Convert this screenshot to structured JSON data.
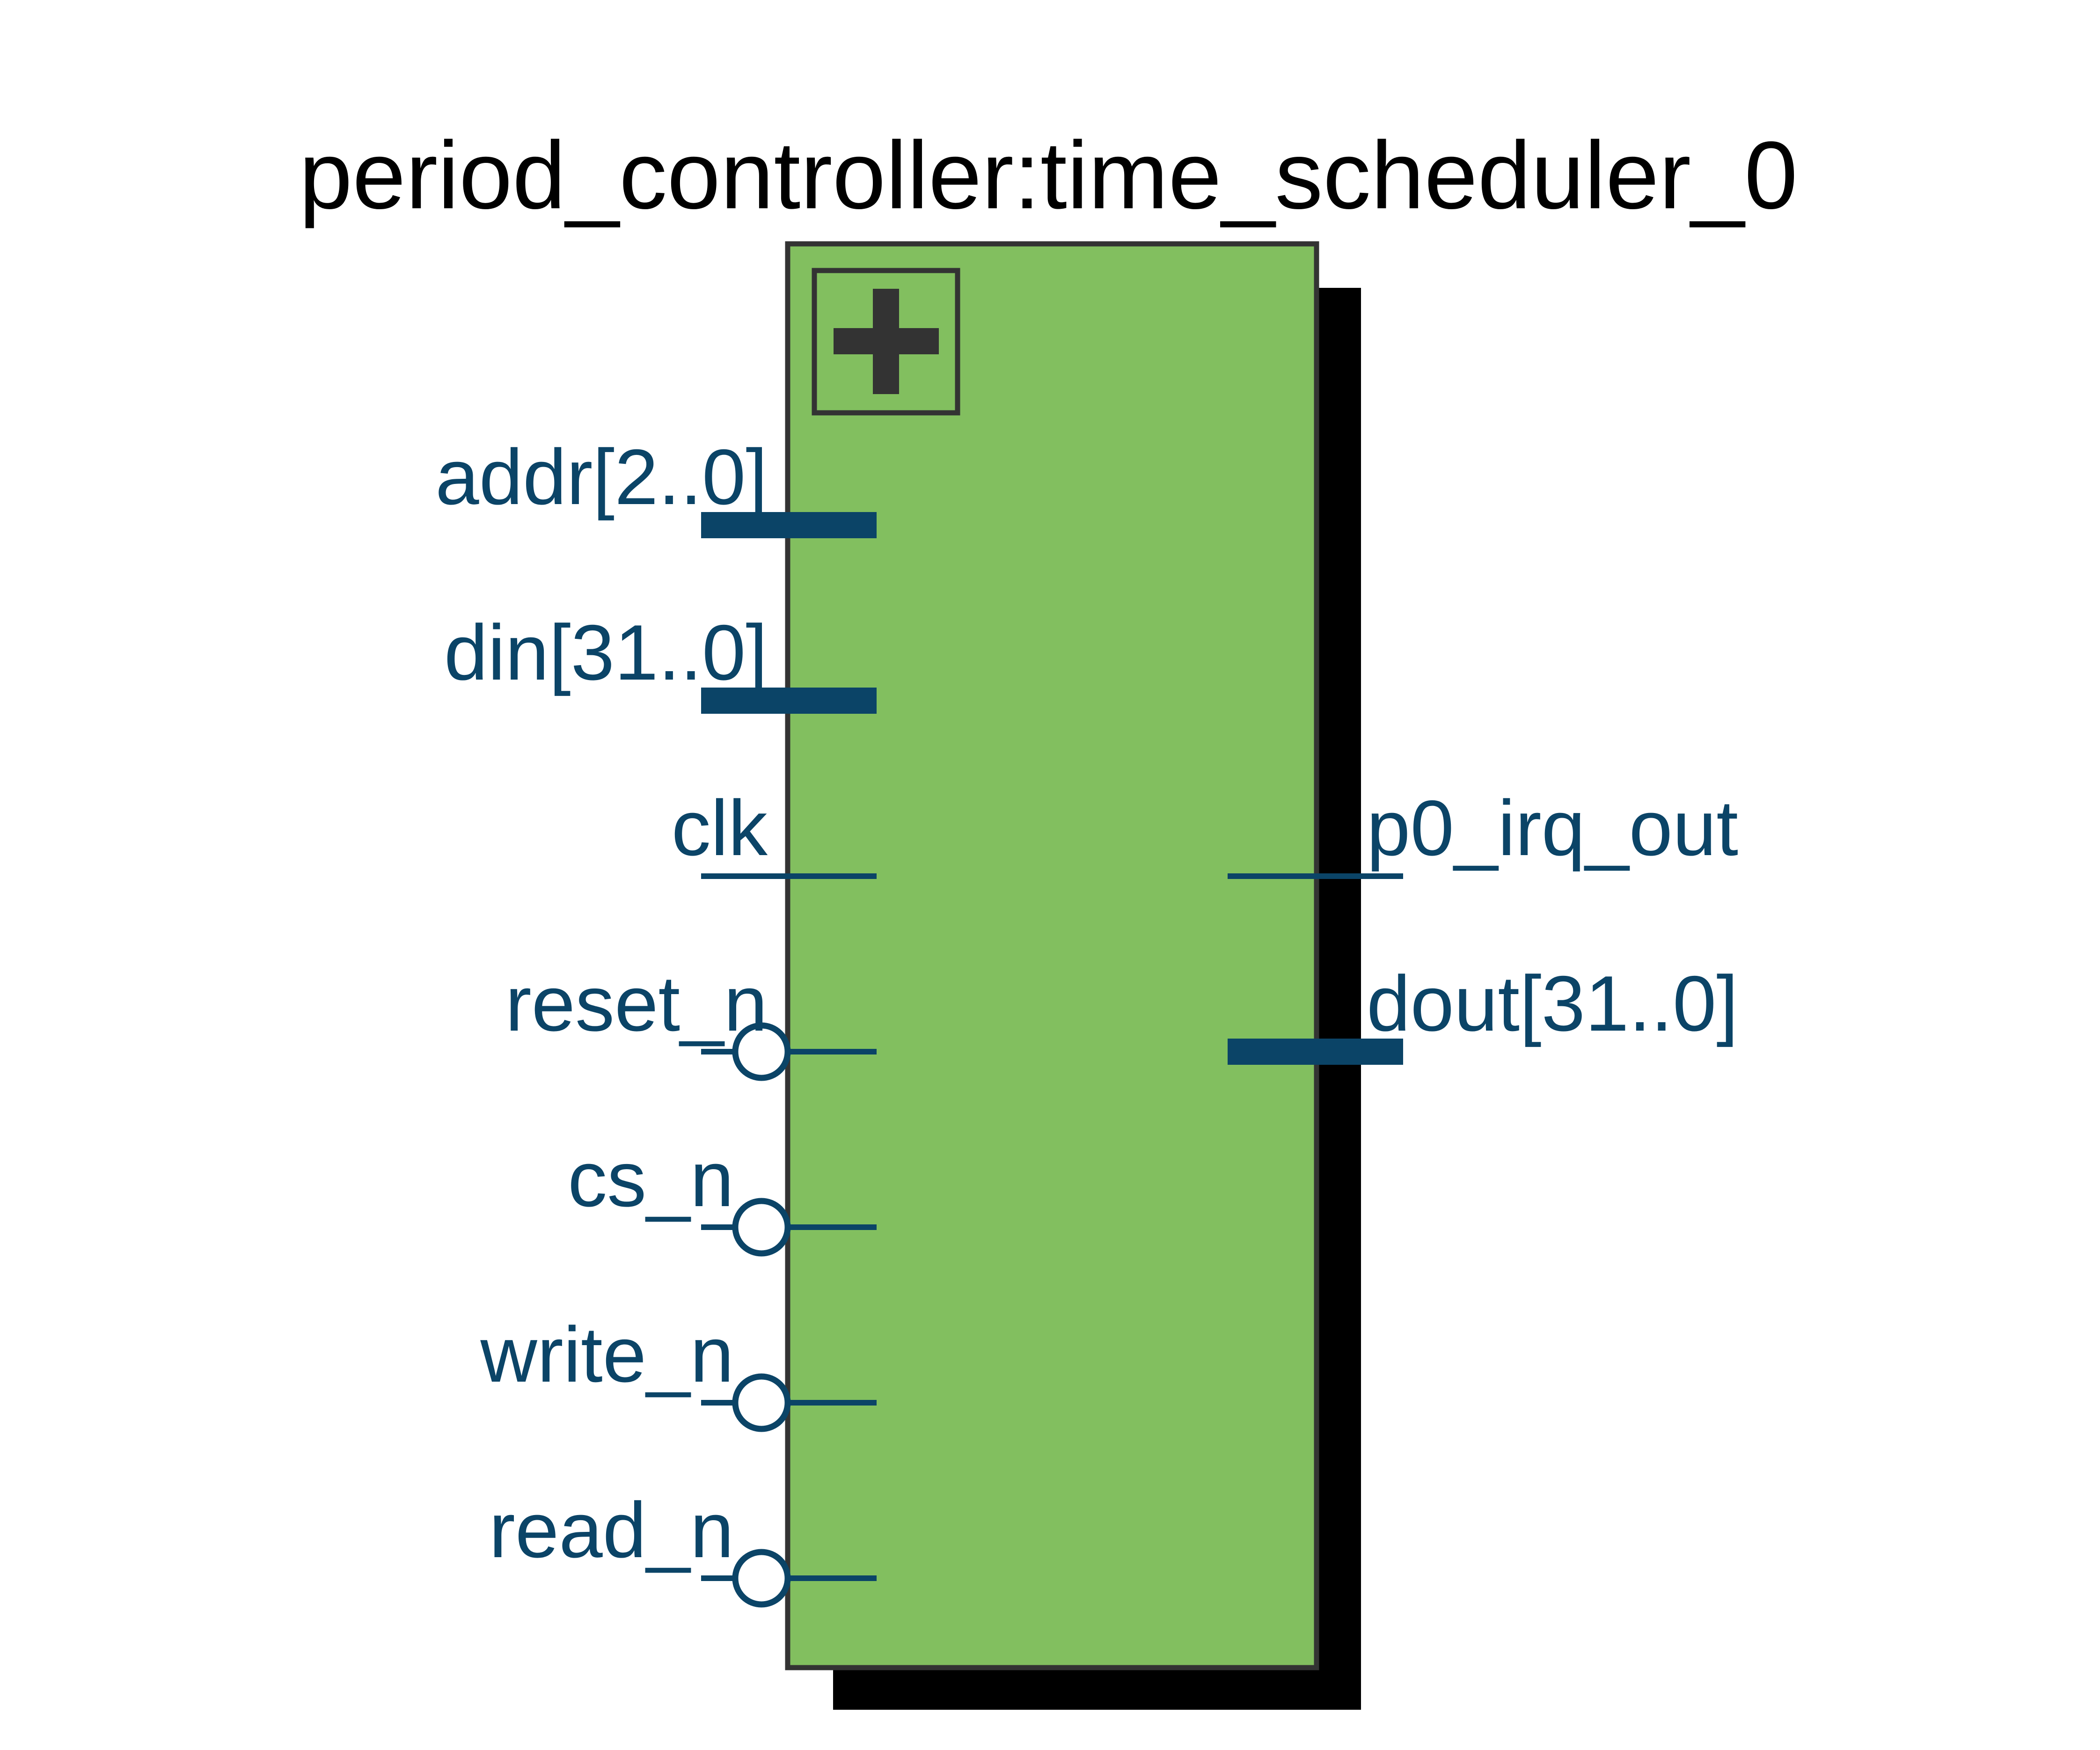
{
  "block": {
    "title": "period_controller:time_scheduler_0",
    "fill_color": "#82bf5f",
    "border_color": "#333333",
    "shadow_color": "#000000",
    "expand_icon": "plus-icon"
  },
  "wire_color": "#0b4467",
  "input_ports": [
    {
      "id": "addr",
      "label": "addr[2..0]",
      "bus": true,
      "inverted": false
    },
    {
      "id": "din",
      "label": "din[31..0]",
      "bus": true,
      "inverted": false
    },
    {
      "id": "clk",
      "label": "clk",
      "bus": false,
      "inverted": false
    },
    {
      "id": "reset-n",
      "label": "reset_n",
      "bus": false,
      "inverted": true
    },
    {
      "id": "cs-n",
      "label": "cs_n",
      "bus": false,
      "inverted": true
    },
    {
      "id": "write-n",
      "label": "write_n",
      "bus": false,
      "inverted": true
    },
    {
      "id": "read-n",
      "label": "read_n",
      "bus": false,
      "inverted": true
    }
  ],
  "output_ports": [
    {
      "id": "p0-irq-out",
      "label": "p0_irq_out",
      "bus": false,
      "inverted": false
    },
    {
      "id": "dout",
      "label": "dout[31..0]",
      "bus": true,
      "inverted": false
    }
  ]
}
